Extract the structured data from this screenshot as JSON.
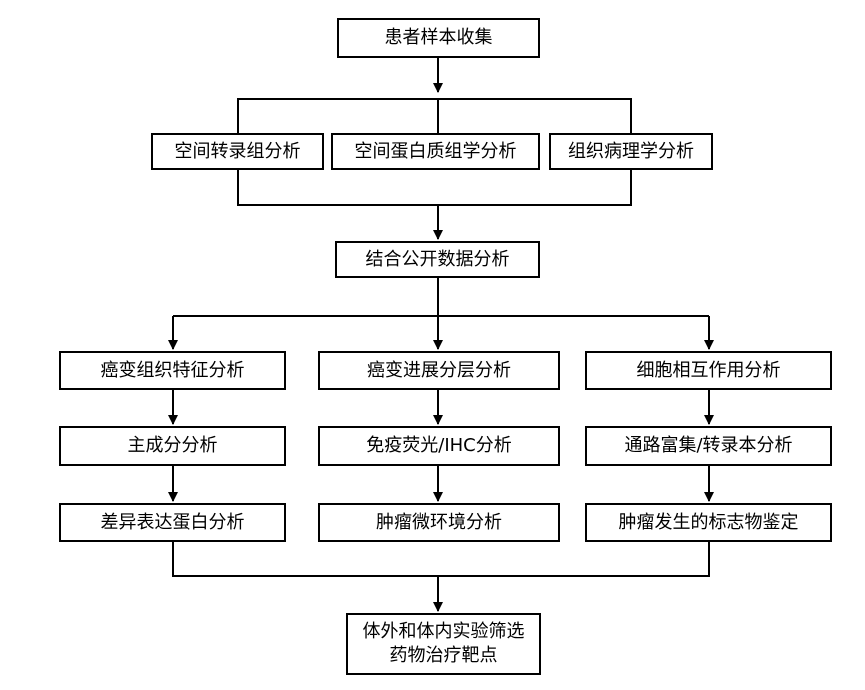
{
  "nodes": {
    "collect": "患者样本收集",
    "spatial_transcriptome": "空间转录组分析",
    "spatial_proteome": "空间蛋白质组学分析",
    "histopathology": "组织病理学分析",
    "public_data": "结合公开数据分析",
    "cancer_tissue_features": "癌变组织特征分析",
    "cancer_progression": "癌变进展分层分析",
    "cell_interaction": "细胞相互作用分析",
    "pca": "主成分分析",
    "if_ihc": "免疫荧光/IHC分析",
    "pathway_enrichment": "通路富集/转录本分析",
    "diff_protein": "差异表达蛋白分析",
    "tme": "肿瘤微环境分析",
    "tumor_markers": "肿瘤发生的标志物鉴定",
    "final_line1": "体外和体内实验筛选",
    "final_line2": "药物治疗靶点"
  }
}
